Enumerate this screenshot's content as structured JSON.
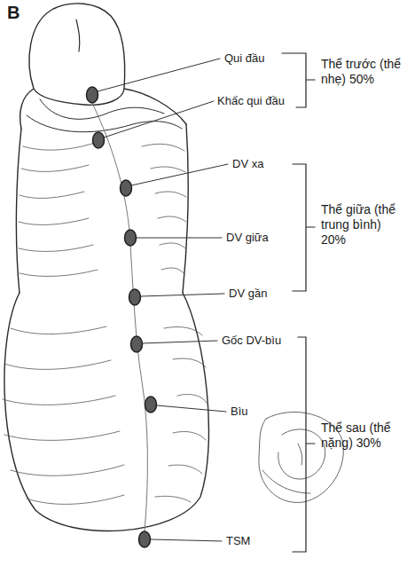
{
  "diagram": {
    "labels": [
      "B",
      "Qui đầu",
      "Khấc qui đầu",
      "DV xa",
      "DV giữa",
      "DV gần",
      "Gốc DV-bìu",
      "Bìu",
      "TSM",
      "Thể trước (thể nhẹ) 50%",
      "Thể giữa (thể trung bình) 20%",
      "Thể sau (thể nặng) 30%"
    ]
  }
}
